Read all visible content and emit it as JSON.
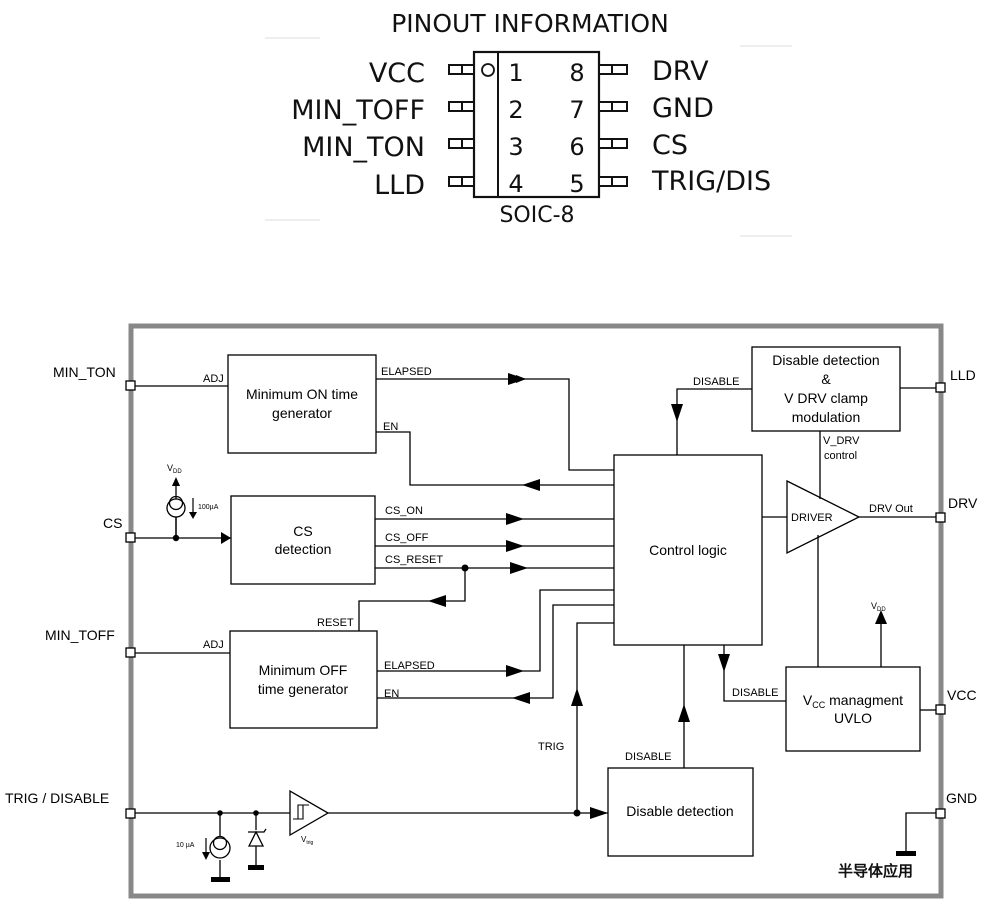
{
  "pinout": {
    "title": "PINOUT INFORMATION",
    "package": "SOIC-8",
    "left_pins": [
      {
        "num": "1",
        "name": "VCC"
      },
      {
        "num": "2",
        "name": "MIN_TOFF"
      },
      {
        "num": "3",
        "name": "MIN_TON"
      },
      {
        "num": "4",
        "name": "LLD"
      }
    ],
    "right_pins": [
      {
        "num": "8",
        "name": "DRV"
      },
      {
        "num": "7",
        "name": "GND"
      },
      {
        "num": "6",
        "name": "CS"
      },
      {
        "num": "5",
        "name": "TRIG/DIS"
      }
    ]
  },
  "block_diagram": {
    "external_pins": {
      "min_ton": "MIN_TON",
      "cs": "CS",
      "min_toff": "MIN_TOFF",
      "trig_disable": "TRIG / DISABLE",
      "lld": "LLD",
      "drv": "DRV",
      "vcc": "VCC",
      "gnd": "GND"
    },
    "blocks": {
      "min_on": [
        "Minimum ON time",
        "generator"
      ],
      "cs_detect": [
        "CS",
        "detection"
      ],
      "min_off": [
        "Minimum OFF",
        "time generator"
      ],
      "control": "Control logic",
      "disable_top": [
        "Disable detection",
        "&",
        "V DRV clamp",
        "modulation"
      ],
      "driver": "DRIVER",
      "vcc_mgmt_main": "V",
      "vcc_mgmt_sub": "CC",
      "vcc_mgmt_rest": " managment",
      "vcc_mgmt_line2": "UVLO",
      "disable_bottom": "Disable detection"
    },
    "signals": {
      "adj_top": "ADJ",
      "elapsed_top": "ELAPSED",
      "en_top": "EN",
      "cs_on": "CS_ON",
      "cs_off": "CS_OFF",
      "cs_reset": "CS_RESET",
      "reset": "RESET",
      "adj_bottom": "ADJ",
      "elapsed_bottom": "ELAPSED",
      "en_bottom": "EN",
      "disable_top": "DISABLE",
      "vdrv_control_1": "V_DRV",
      "vdrv_control_2": "control",
      "drv_out": "DRV Out",
      "disable_vcc": "DISABLE",
      "disable_mid": "DISABLE",
      "trig": "TRIG",
      "vdd_main": "V",
      "vdd_sub": "DD",
      "i100": "100µA",
      "i10": "10 µA",
      "vtrig_main": "V",
      "vtrig_sub": "trig"
    },
    "watermark": "半导体应用"
  }
}
